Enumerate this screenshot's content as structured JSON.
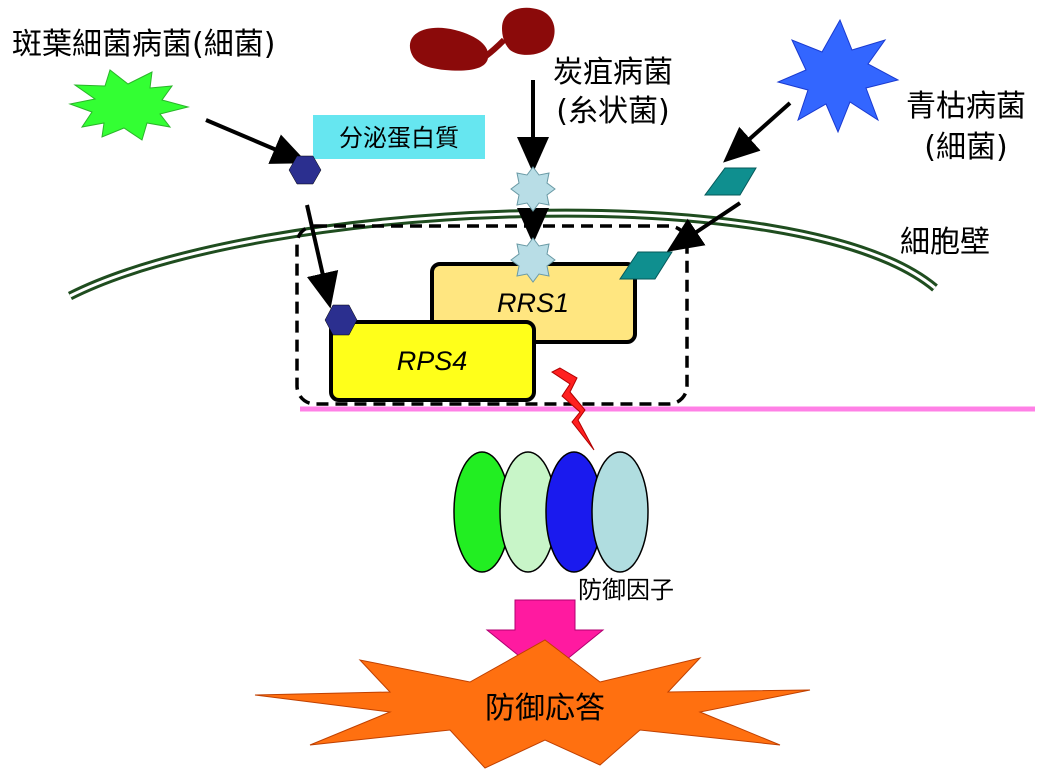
{
  "labels": {
    "bacterial_spot": "斑葉細菌病菌(細菌)",
    "anthracnose_line1": "炭疽病菌",
    "anthracnose_line2": "(糸状菌)",
    "bacterial_wilt_line1": "青枯病菌",
    "bacterial_wilt_line2": "(細菌)",
    "secreted_protein": "分泌蛋白質",
    "cell_wall": "細胞壁",
    "rrs1": "RRS1",
    "rps4": "RPS4",
    "defense_factor": "防御因子",
    "defense_response": "防御応答"
  },
  "colors": {
    "bacterial_spot_burst": "#33ff33",
    "anthracnose_fungus": "#8b0a0a",
    "bacterial_wilt_burst": "#3366ff",
    "secreted_protein_bg": "#66e6f0",
    "hexagon_effector": "#2b2f8f",
    "star_effector": "#b8dde6",
    "parallelogram_effector": "#0f8f8f",
    "rrs1_box": "#ffe680",
    "rps4_box": "#ffff1a",
    "membrane": "#ff80e6",
    "cell_wall": "#1f4d1f",
    "signal_bolt": "#ff2020",
    "factor_1": "#22ee22",
    "factor_2": "#c8f5c8",
    "factor_3": "#1a1aee",
    "factor_4": "#b0dde0",
    "big_arrow": "#ff1aa0",
    "response_burst": "#ff7010"
  }
}
